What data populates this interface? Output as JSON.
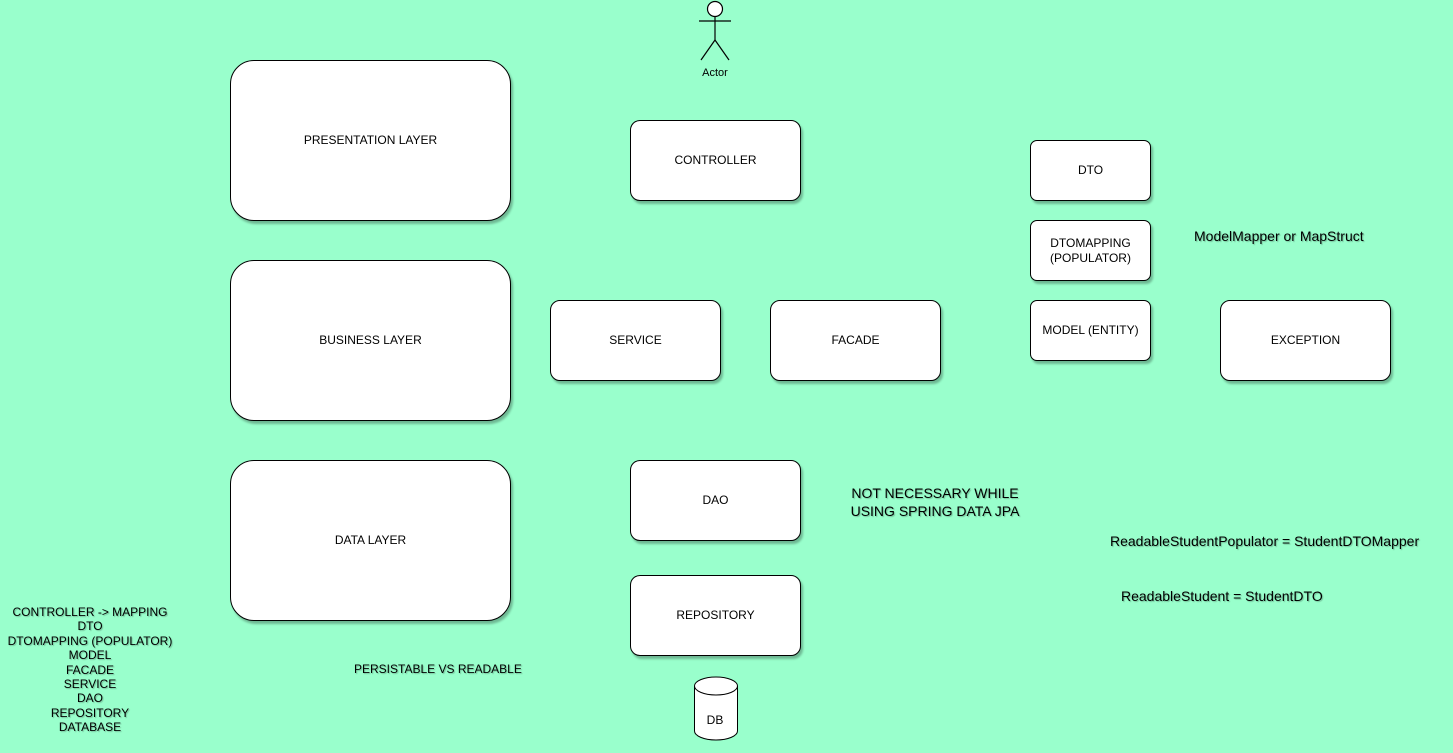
{
  "actor": {
    "label": "Actor"
  },
  "layers": {
    "presentation": "PRESENTATION LAYER",
    "business": "BUSINESS LAYER",
    "data": "DATA  LAYER"
  },
  "components": {
    "controller": "CONTROLLER",
    "service": "SERVICE",
    "facade": "FACADE",
    "dao": "DAO",
    "repository": "REPOSITORY",
    "dto": "DTO",
    "dtomapping": "DTOMAPPING\n(POPULATOR)",
    "model": "MODEL (ENTITY)",
    "exception": "EXCEPTION"
  },
  "database": {
    "label": "DB"
  },
  "notes": {
    "modelmapper": "ModelMapper or MapStruct",
    "not_necessary_line1": "NOT NECESSARY WHILE",
    "not_necessary_line2": "USING SPRING DATA JPA",
    "populator_eq": "ReadableStudentPopulator = StudentDTOMapper",
    "readable_eq": "ReadableStudent = StudentDTO",
    "persistable": "PERSISTABLE VS READABLE"
  },
  "legend": [
    "CONTROLLER -> MAPPING",
    "DTO",
    "DTOMAPPING (POPULATOR)",
    "MODEL",
    "FACADE",
    "SERVICE",
    "DAO",
    "REPOSITORY",
    "DATABASE"
  ]
}
